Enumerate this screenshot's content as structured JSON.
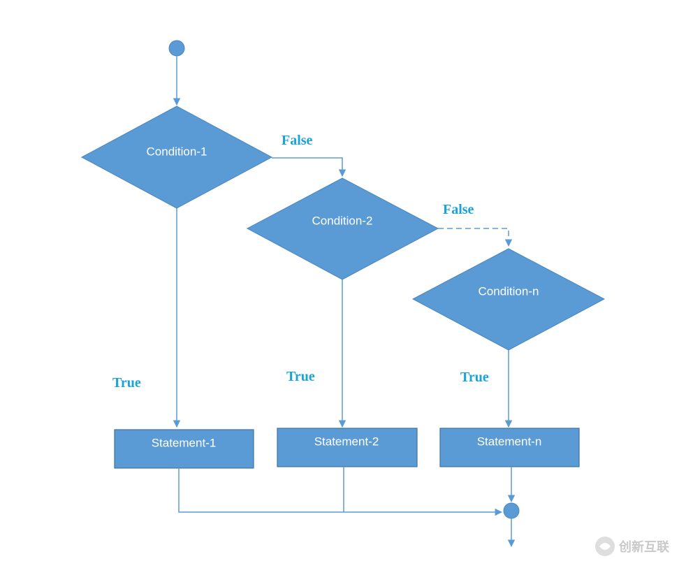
{
  "diagram": {
    "conditions": [
      {
        "id": "c1",
        "label": "Condition-1"
      },
      {
        "id": "c2",
        "label": "Condition-2"
      },
      {
        "id": "cn",
        "label": "Condition-n"
      }
    ],
    "statements": [
      {
        "id": "s1",
        "label": "Statement-1"
      },
      {
        "id": "s2",
        "label": "Statement-2"
      },
      {
        "id": "sn",
        "label": "Statement-n"
      }
    ],
    "edge_labels": {
      "false_1": "False",
      "false_2": "False",
      "true_1": "True",
      "true_2": "True",
      "true_n": "True"
    },
    "colors": {
      "node_fill": "#5b9bd5",
      "label_accent": "#1aa3d9"
    }
  },
  "watermark": {
    "text": "创新互联"
  }
}
